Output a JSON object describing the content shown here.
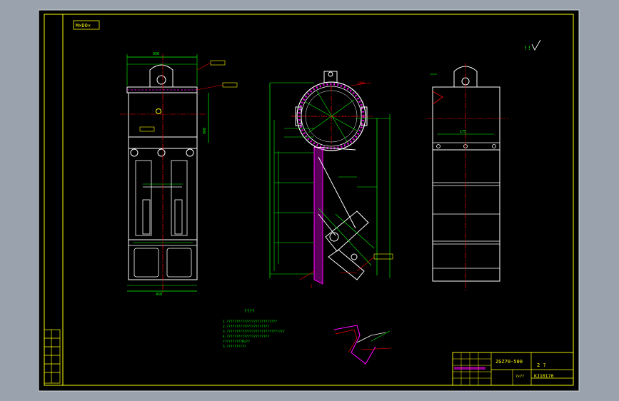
{
  "drawing": {
    "frame_tag": "M×DO×",
    "roughness_mark": "!!",
    "tech_title": "????",
    "tech_notes": [
      "1.??????????????????????????",
      "2.??????????????????????",
      "3.??????????????????????????????",
      "4.??????????????????????",
      "  ??????????Rz??",
      "5.??????????"
    ]
  },
  "title_block": {
    "part_no": "ZGZ70-500",
    "scale": "2  ?",
    "drawing_no": "KJ10170",
    "sheet_label": "?×??"
  },
  "annotations": {
    "front_top_width": "350",
    "front_height": "960",
    "front_bottom_width": "450",
    "ring_callout": "?400",
    "side_width": "175"
  },
  "colors": {
    "sheet": "#000000",
    "frame": "#ffff00",
    "outline": "#ffffff",
    "dimension": "#00ff00",
    "centerline": "#ff0000",
    "hatch": "#ff00ff",
    "label_fill": "#ffff00"
  }
}
